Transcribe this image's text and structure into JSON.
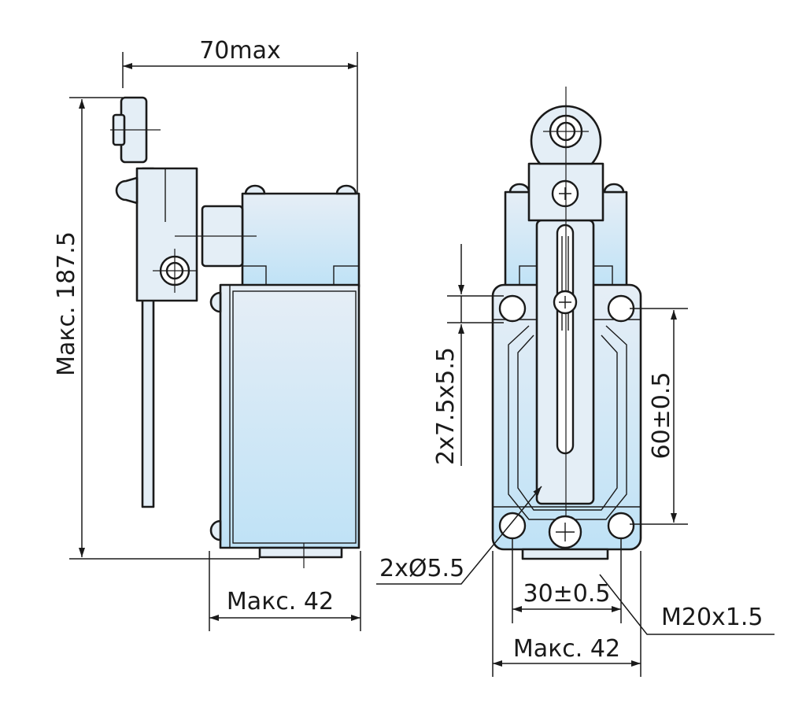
{
  "dimensions": {
    "overall_width": "70max",
    "overall_height": "Макс. 187.5",
    "side_body_width": "Макс. 42",
    "slot_size": "2x7.5x5.5",
    "mount_spacing_vertical": "60±0.5",
    "mount_hole": "2xØ5.5",
    "mount_spacing_horizontal": "30±0.5",
    "thread": "M20x1.5",
    "front_body_width": "Макс. 42"
  },
  "colors": {
    "body_gradient_top": "#e6eef6",
    "body_gradient_bottom": "#bfe2f6",
    "line": "#1a1a1a"
  }
}
